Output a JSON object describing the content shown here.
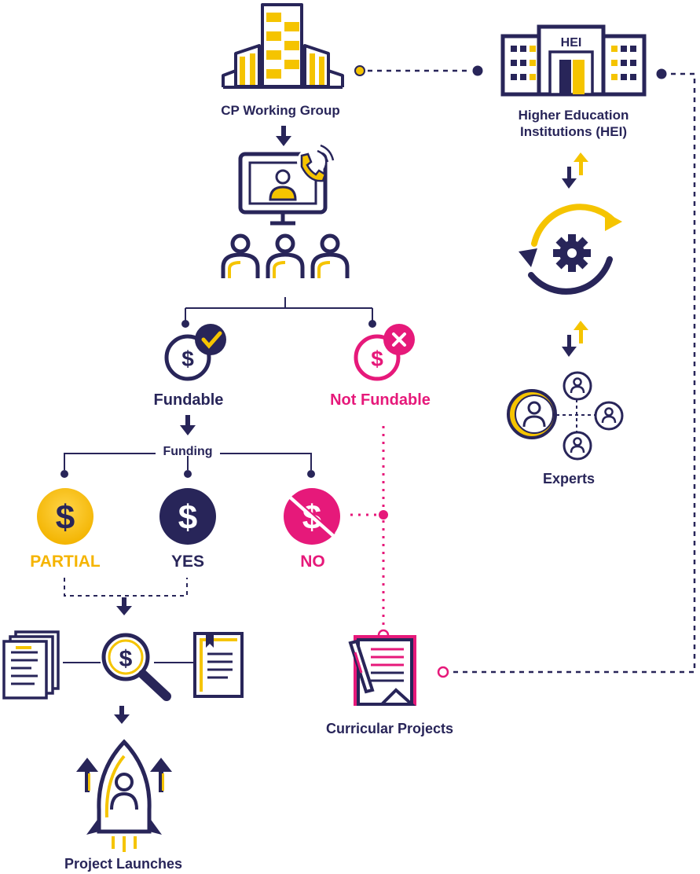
{
  "nodes": {
    "cp_working_group": "CP Working Group",
    "hei_badge": "HEI",
    "hei_line1": "Higher Education",
    "hei_line2": "Institutions (HEI)",
    "fundable": "Fundable",
    "not_fundable": "Not Fundable",
    "funding": "Funding",
    "partial": "PARTIAL",
    "yes": "YES",
    "no": "NO",
    "experts": "Experts",
    "curricular_projects": "Curricular Projects",
    "project_launches": "Project Launches"
  },
  "colors": {
    "navy": "#282559",
    "yellow": "#f5c400",
    "magenta": "#e6197a"
  },
  "icons": [
    "buildings-icon",
    "university-building-icon",
    "video-call-icon",
    "team-icon",
    "dollar-check-icon",
    "dollar-x-icon",
    "dollar-partial-icon",
    "dollar-yes-icon",
    "dollar-no-icon",
    "documents-stack-icon",
    "dollar-search-icon",
    "book-icon",
    "rocket-icon",
    "gear-cycle-icon",
    "experts-network-icon",
    "writing-documents-icon"
  ]
}
